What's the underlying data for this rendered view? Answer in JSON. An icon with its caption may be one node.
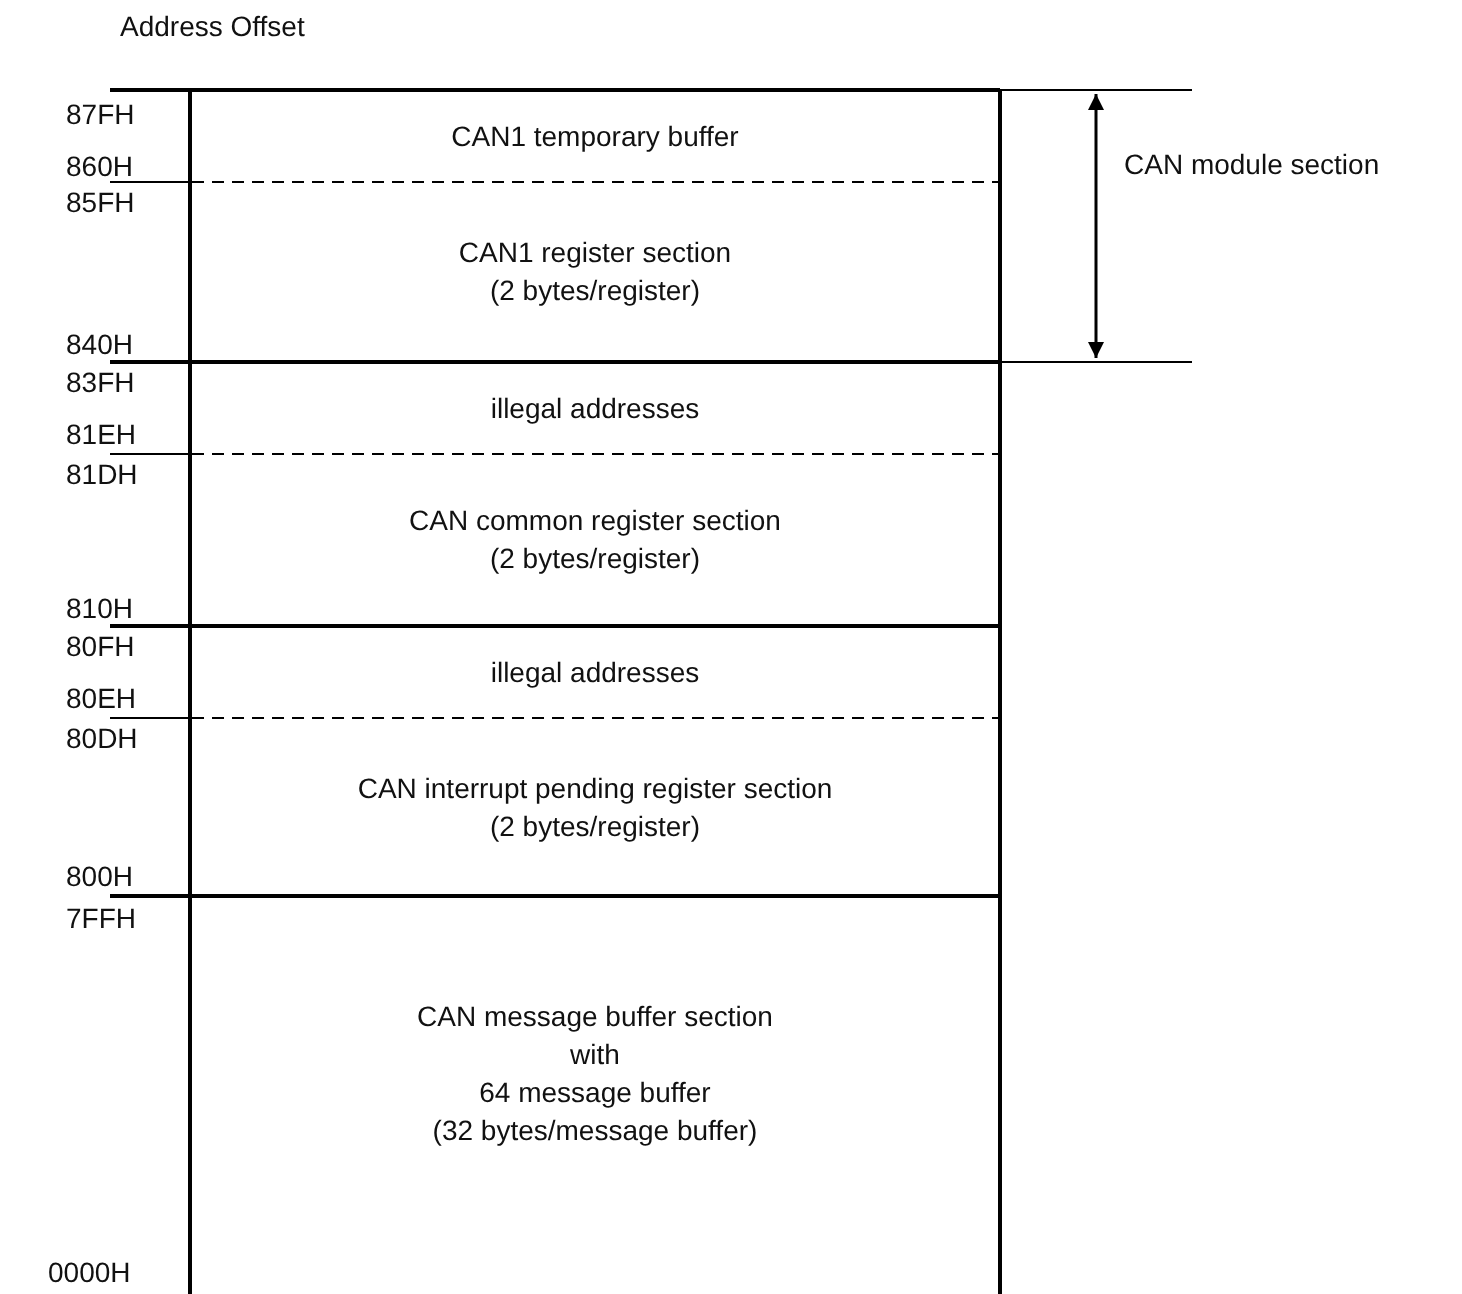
{
  "diagram": {
    "nodes": [
      {
        "text": [
          "CAN1 temporary buffer"
        ]
      },
      {
        "text": [
          "CAN1 register section",
          "(2 bytes/register)"
        ]
      },
      {
        "text": [
          "illegal addresses"
        ]
      },
      {
        "text": [
          "CAN common register section",
          "(2 bytes/register)"
        ]
      },
      {
        "text": [
          "illegal addresses"
        ]
      },
      {
        "text": [
          "CAN interrupt pending register section",
          "(2 bytes/register)"
        ]
      },
      {
        "text": [
          "CAN message buffer section",
          "with",
          "64 message buffer",
          "(32 bytes/message buffer)"
        ]
      }
    ],
    "labels": [
      "Address Offset",
      "87FH",
      "860H",
      "85FH",
      "840H",
      "CAN module section",
      "83FH",
      "81EH",
      "81DH",
      "810H",
      "80FH",
      "80EH",
      "80DH",
      "800H",
      "7FFH",
      "0000H"
    ]
  }
}
